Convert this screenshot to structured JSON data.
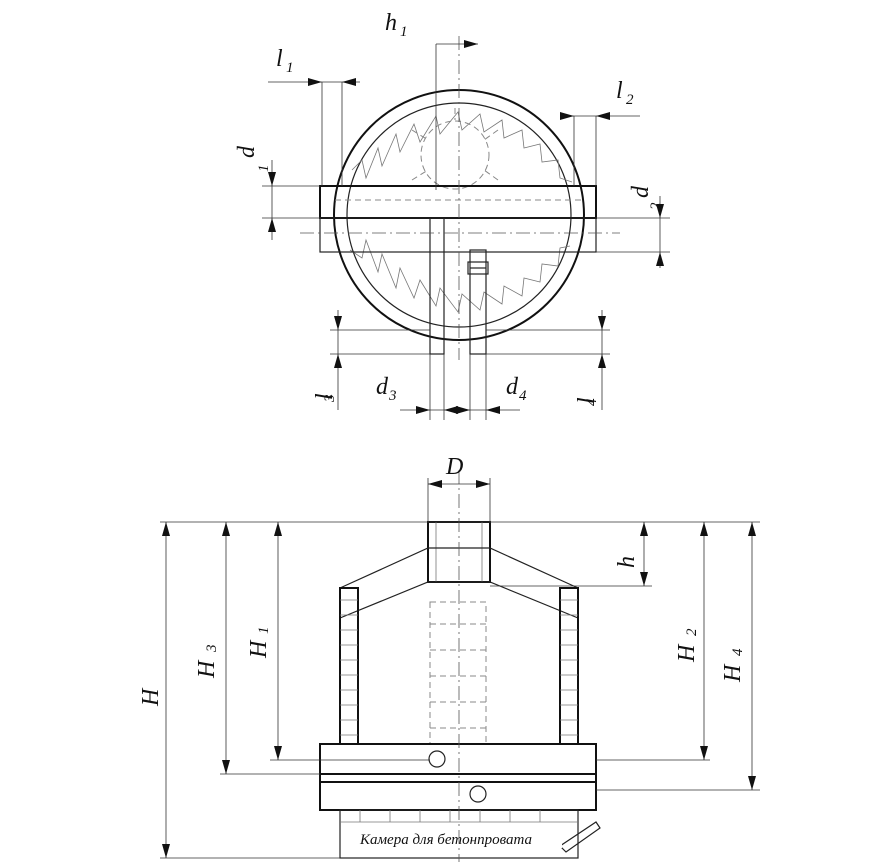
{
  "labels": {
    "h1": "h",
    "h1_sub": "1",
    "l1": "l",
    "l1_sub": "1",
    "l2": "l",
    "l2_sub": "2",
    "d1": "d",
    "d1_sub": "1",
    "d2": "d",
    "d2_sub": "2",
    "l3": "l",
    "l3_sub": "3",
    "d3": "d",
    "d3_sub": "3",
    "d4": "d",
    "d4_sub": "4",
    "l4": "l",
    "l4_sub": "4",
    "D": "D",
    "h": "h",
    "H": "H",
    "H3": "H",
    "H3_sub": "3",
    "H1": "H",
    "H1_sub": "1",
    "H2": "H",
    "H2_sub": "2",
    "H4": "H",
    "H4_sub": "4"
  },
  "note": "Камера для бетонпровата"
}
